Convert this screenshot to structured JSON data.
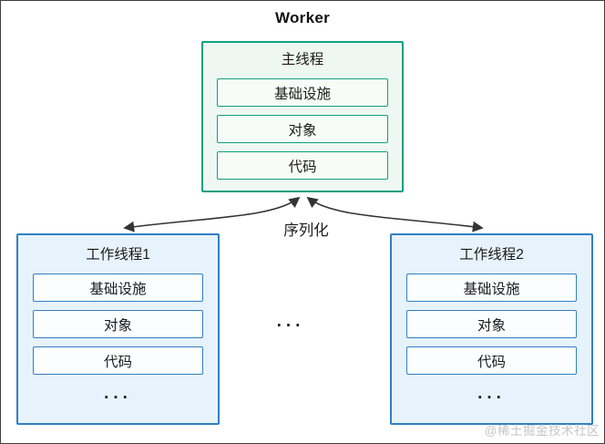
{
  "page": {
    "title": "Worker",
    "watermark": "@稀土掘金技术社区"
  },
  "main_thread": {
    "title": "主线程",
    "items": [
      "基础设施",
      "对象",
      "代码"
    ]
  },
  "workers": [
    {
      "title": "工作线程1",
      "items": [
        "基础设施",
        "对象",
        "代码"
      ],
      "ellipsis": "..."
    },
    {
      "title": "工作线程2",
      "items": [
        "基础设施",
        "对象",
        "代码"
      ],
      "ellipsis": "..."
    }
  ],
  "labels": {
    "serialization": "序列化",
    "more_workers_ellipsis": "..."
  },
  "colors": {
    "main_border": "#0fa183",
    "main_bg": "#eef7f1",
    "main_item_bg": "#f8fcf7",
    "worker_border": "#2f80c3",
    "worker_bg": "#e7f3fc",
    "worker_item_bg": "#fcfdff",
    "arrow": "#333333",
    "text": "#1b1b1b",
    "watermark": "#c6c6c6",
    "frame_border": "#3f3f3f"
  }
}
